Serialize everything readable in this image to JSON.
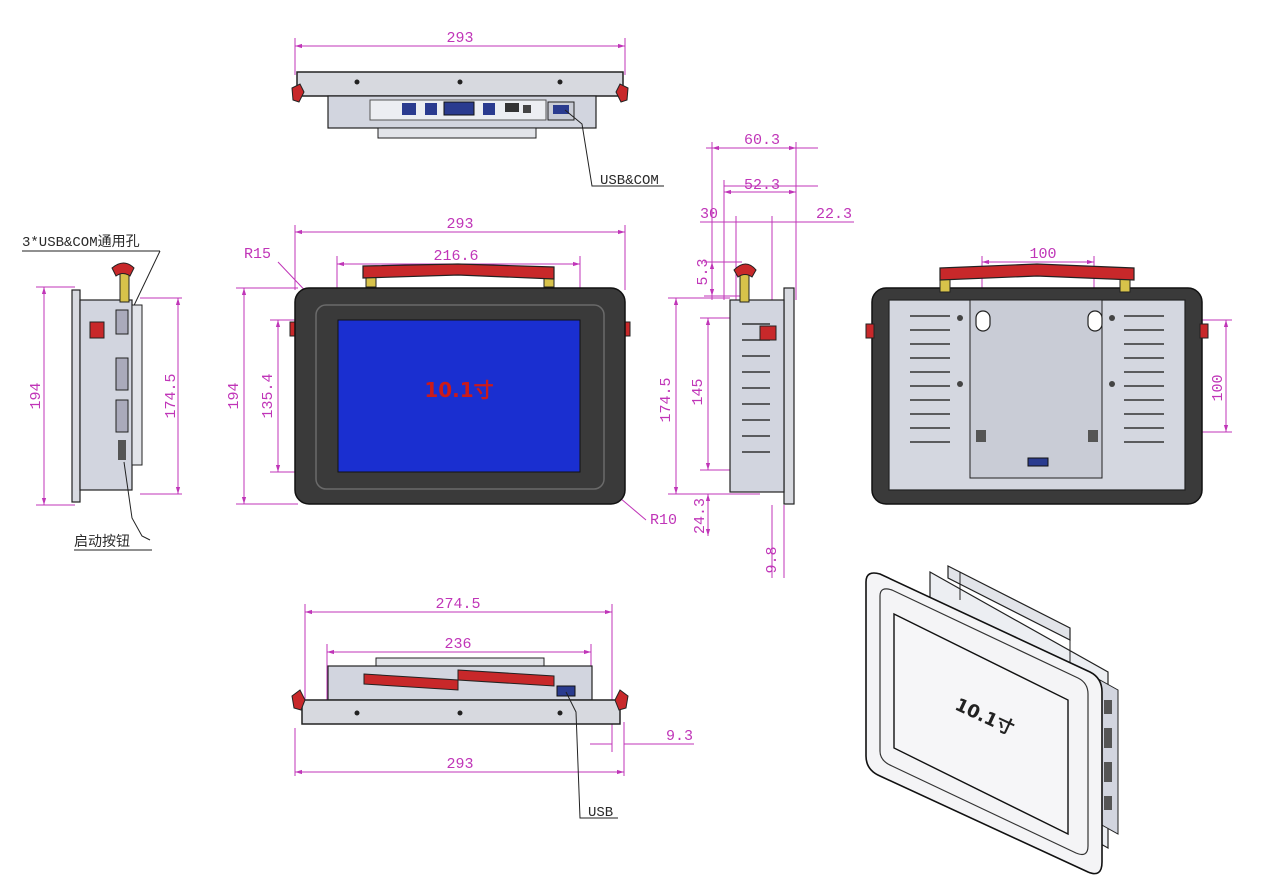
{
  "screen_label": "10.1寸",
  "callouts": {
    "top_port": "USB&COM",
    "side_ports": "3*USB&COM通用孔",
    "power_button": "启动按钮",
    "bottom_port": "USB"
  },
  "dimensions": {
    "top_width": "293",
    "front_width": "293",
    "handle_span": "216.6",
    "front_height": "194",
    "screen_height": "135.4",
    "corner_outer": "R15",
    "corner_inner": "R10",
    "left_height": "194",
    "left_inner_height": "174.5",
    "side_depth_total": "60.3",
    "side_depth_body": "52.3",
    "side_bezel": "30",
    "side_offset": "22.3",
    "side_handle_rise": "5.3",
    "side_height_outer": "174.5",
    "side_height_inner": "145",
    "side_bottom_offset": "24.3",
    "side_bezel_thickness": "9.8",
    "rear_hole_h": "100",
    "rear_hole_v": "100",
    "bottom_width_inner": "274.5",
    "bottom_width_body": "236",
    "bottom_bezel": "9.3",
    "bottom_width": "293"
  },
  "colors": {
    "dimension": "#c035b8",
    "bezel": "#3a3a3a",
    "screen": "#1a2fd0",
    "handle": "#c8282a",
    "metal": "#d4d7e0",
    "label_red": "#cc1a1a"
  }
}
